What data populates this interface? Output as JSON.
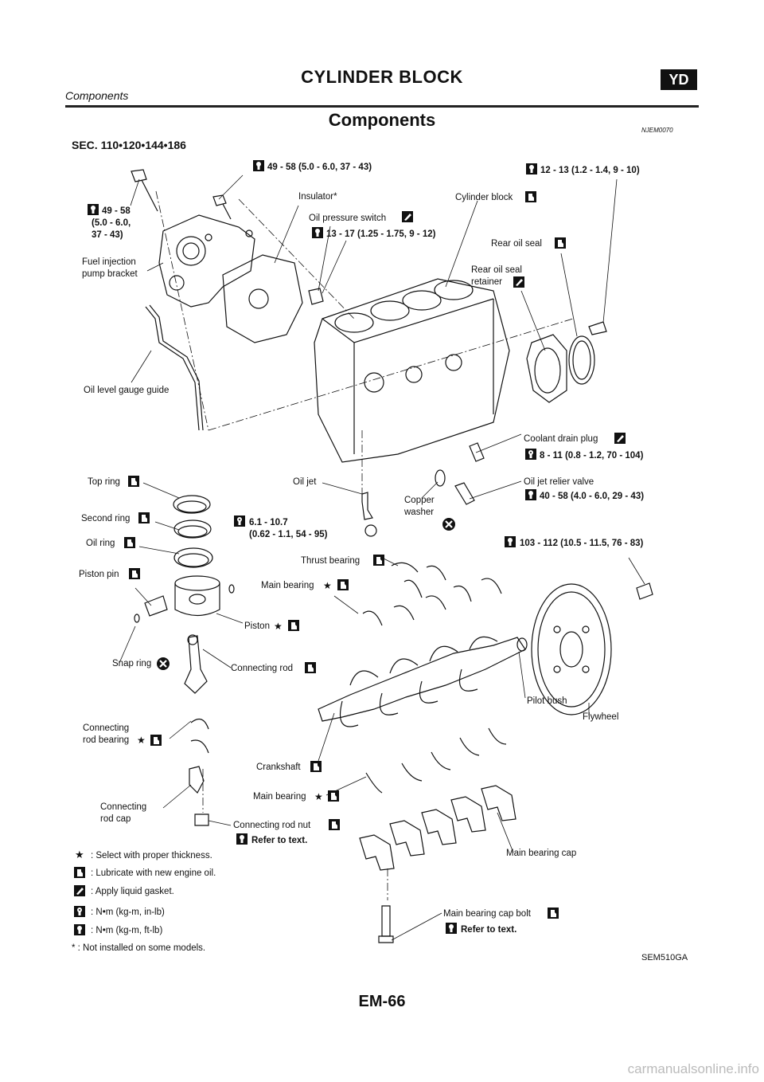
{
  "header": {
    "title": "CYLINDER BLOCK",
    "badge": "YD",
    "subtitle": "Components"
  },
  "section": {
    "title": "Components",
    "ref_code": "NJEM0070",
    "sec_numbers": "SEC. 110•120•144•186"
  },
  "torques": {
    "fip_bracket_bolt_top": "49 - 58 (5.0 - 6.0, 37 - 43)",
    "fip_bracket_left_1": "49 - 58",
    "fip_bracket_left_2": "(5.0 - 6.0,",
    "fip_bracket_left_3": "37 - 43)",
    "oil_pressure_switch": "13 - 17 (1.25 - 1.75, 9 - 12)",
    "rear_bolt": "12 - 13 (1.2 - 1.4, 9 - 10)",
    "coolant_drain_plug": "8 - 11 (0.8 - 1.2, 70 - 104)",
    "oil_jet_relief_valve": "40 - 58 (4.0 - 6.0, 29 - 43)",
    "oil_jet_1": "6.1 - 10.7",
    "oil_jet_2": "(0.62 - 1.1, 54 - 95)",
    "flywheel_bolt": "103 - 112 (10.5 - 11.5, 76 - 83)",
    "refer_rod_nut": "Refer to text.",
    "refer_cap_bolt": "Refer to text."
  },
  "parts": {
    "insulator": "Insulator*",
    "oil_pressure_switch": "Oil pressure switch",
    "cylinder_block": "Cylinder block",
    "rear_oil_seal": "Rear oil seal",
    "rear_oil_seal_retainer_1": "Rear oil seal",
    "rear_oil_seal_retainer_2": "retainer",
    "fip_bracket_1": "Fuel injection",
    "fip_bracket_2": "pump bracket",
    "oil_level_gauge_guide": "Oil level gauge guide",
    "coolant_drain_plug": "Coolant drain plug",
    "top_ring": "Top ring",
    "second_ring": "Second ring",
    "oil_ring": "Oil ring",
    "piston_pin": "Piston pin",
    "oil_jet": "Oil jet",
    "copper_washer_1": "Copper",
    "copper_washer_2": "washer",
    "oil_jet_relief_valve": "Oil jet relier valve",
    "thrust_bearing": "Thrust bearing",
    "main_bearing_upper": "Main bearing",
    "piston": "Piston",
    "snap_ring": "Snap ring",
    "connecting_rod": "Connecting rod",
    "pilot_bush": "Pilot bush",
    "flywheel": "Flywheel",
    "con_rod_bearing_1": "Connecting",
    "con_rod_bearing_2": "rod bearing",
    "crankshaft": "Crankshaft",
    "main_bearing_lower": "Main bearing",
    "con_rod_cap_1": "Connecting",
    "con_rod_cap_2": "rod cap",
    "con_rod_nut": "Connecting rod nut",
    "main_bearing_cap": "Main bearing cap",
    "main_bearing_cap_bolt": "Main bearing cap bolt"
  },
  "legend": {
    "star": ": Select with proper thickness.",
    "lubricate": ": Lubricate with new engine oil.",
    "gasket": ": Apply liquid gasket.",
    "nm_in": ": N•m (kg-m, in-lb)",
    "nm_ft": ": N•m (kg-m, ft-lb)",
    "note": "* : Not installed on some models."
  },
  "figure_id": "SEM510GA",
  "page_number": "EM-66",
  "watermark": "carmanualsonline.info"
}
